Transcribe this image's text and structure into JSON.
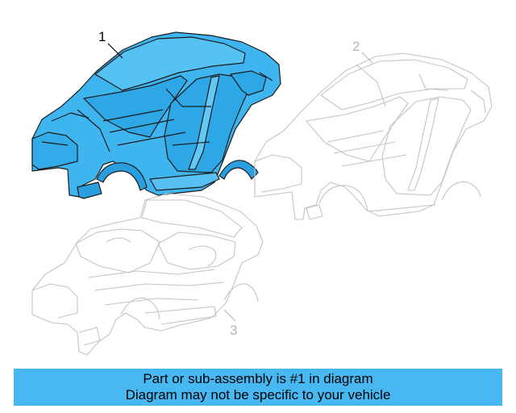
{
  "colors": {
    "highlight_fill": "#3fb5f0",
    "highlight_stroke": "#1c1c1c",
    "ghost_stroke": "#c4c4c4",
    "banner_background": "#48b8f2",
    "text": "#000000"
  },
  "callouts": [
    {
      "label": "1",
      "part": "highlighted body shell"
    },
    {
      "label": "2",
      "part": "grey body shell"
    },
    {
      "label": "3",
      "part": "grey convertible body frame"
    }
  ],
  "banner": {
    "line1": "Part or sub-assembly is #1 in diagram",
    "line2": "Diagram may not be specific to your vehicle"
  }
}
